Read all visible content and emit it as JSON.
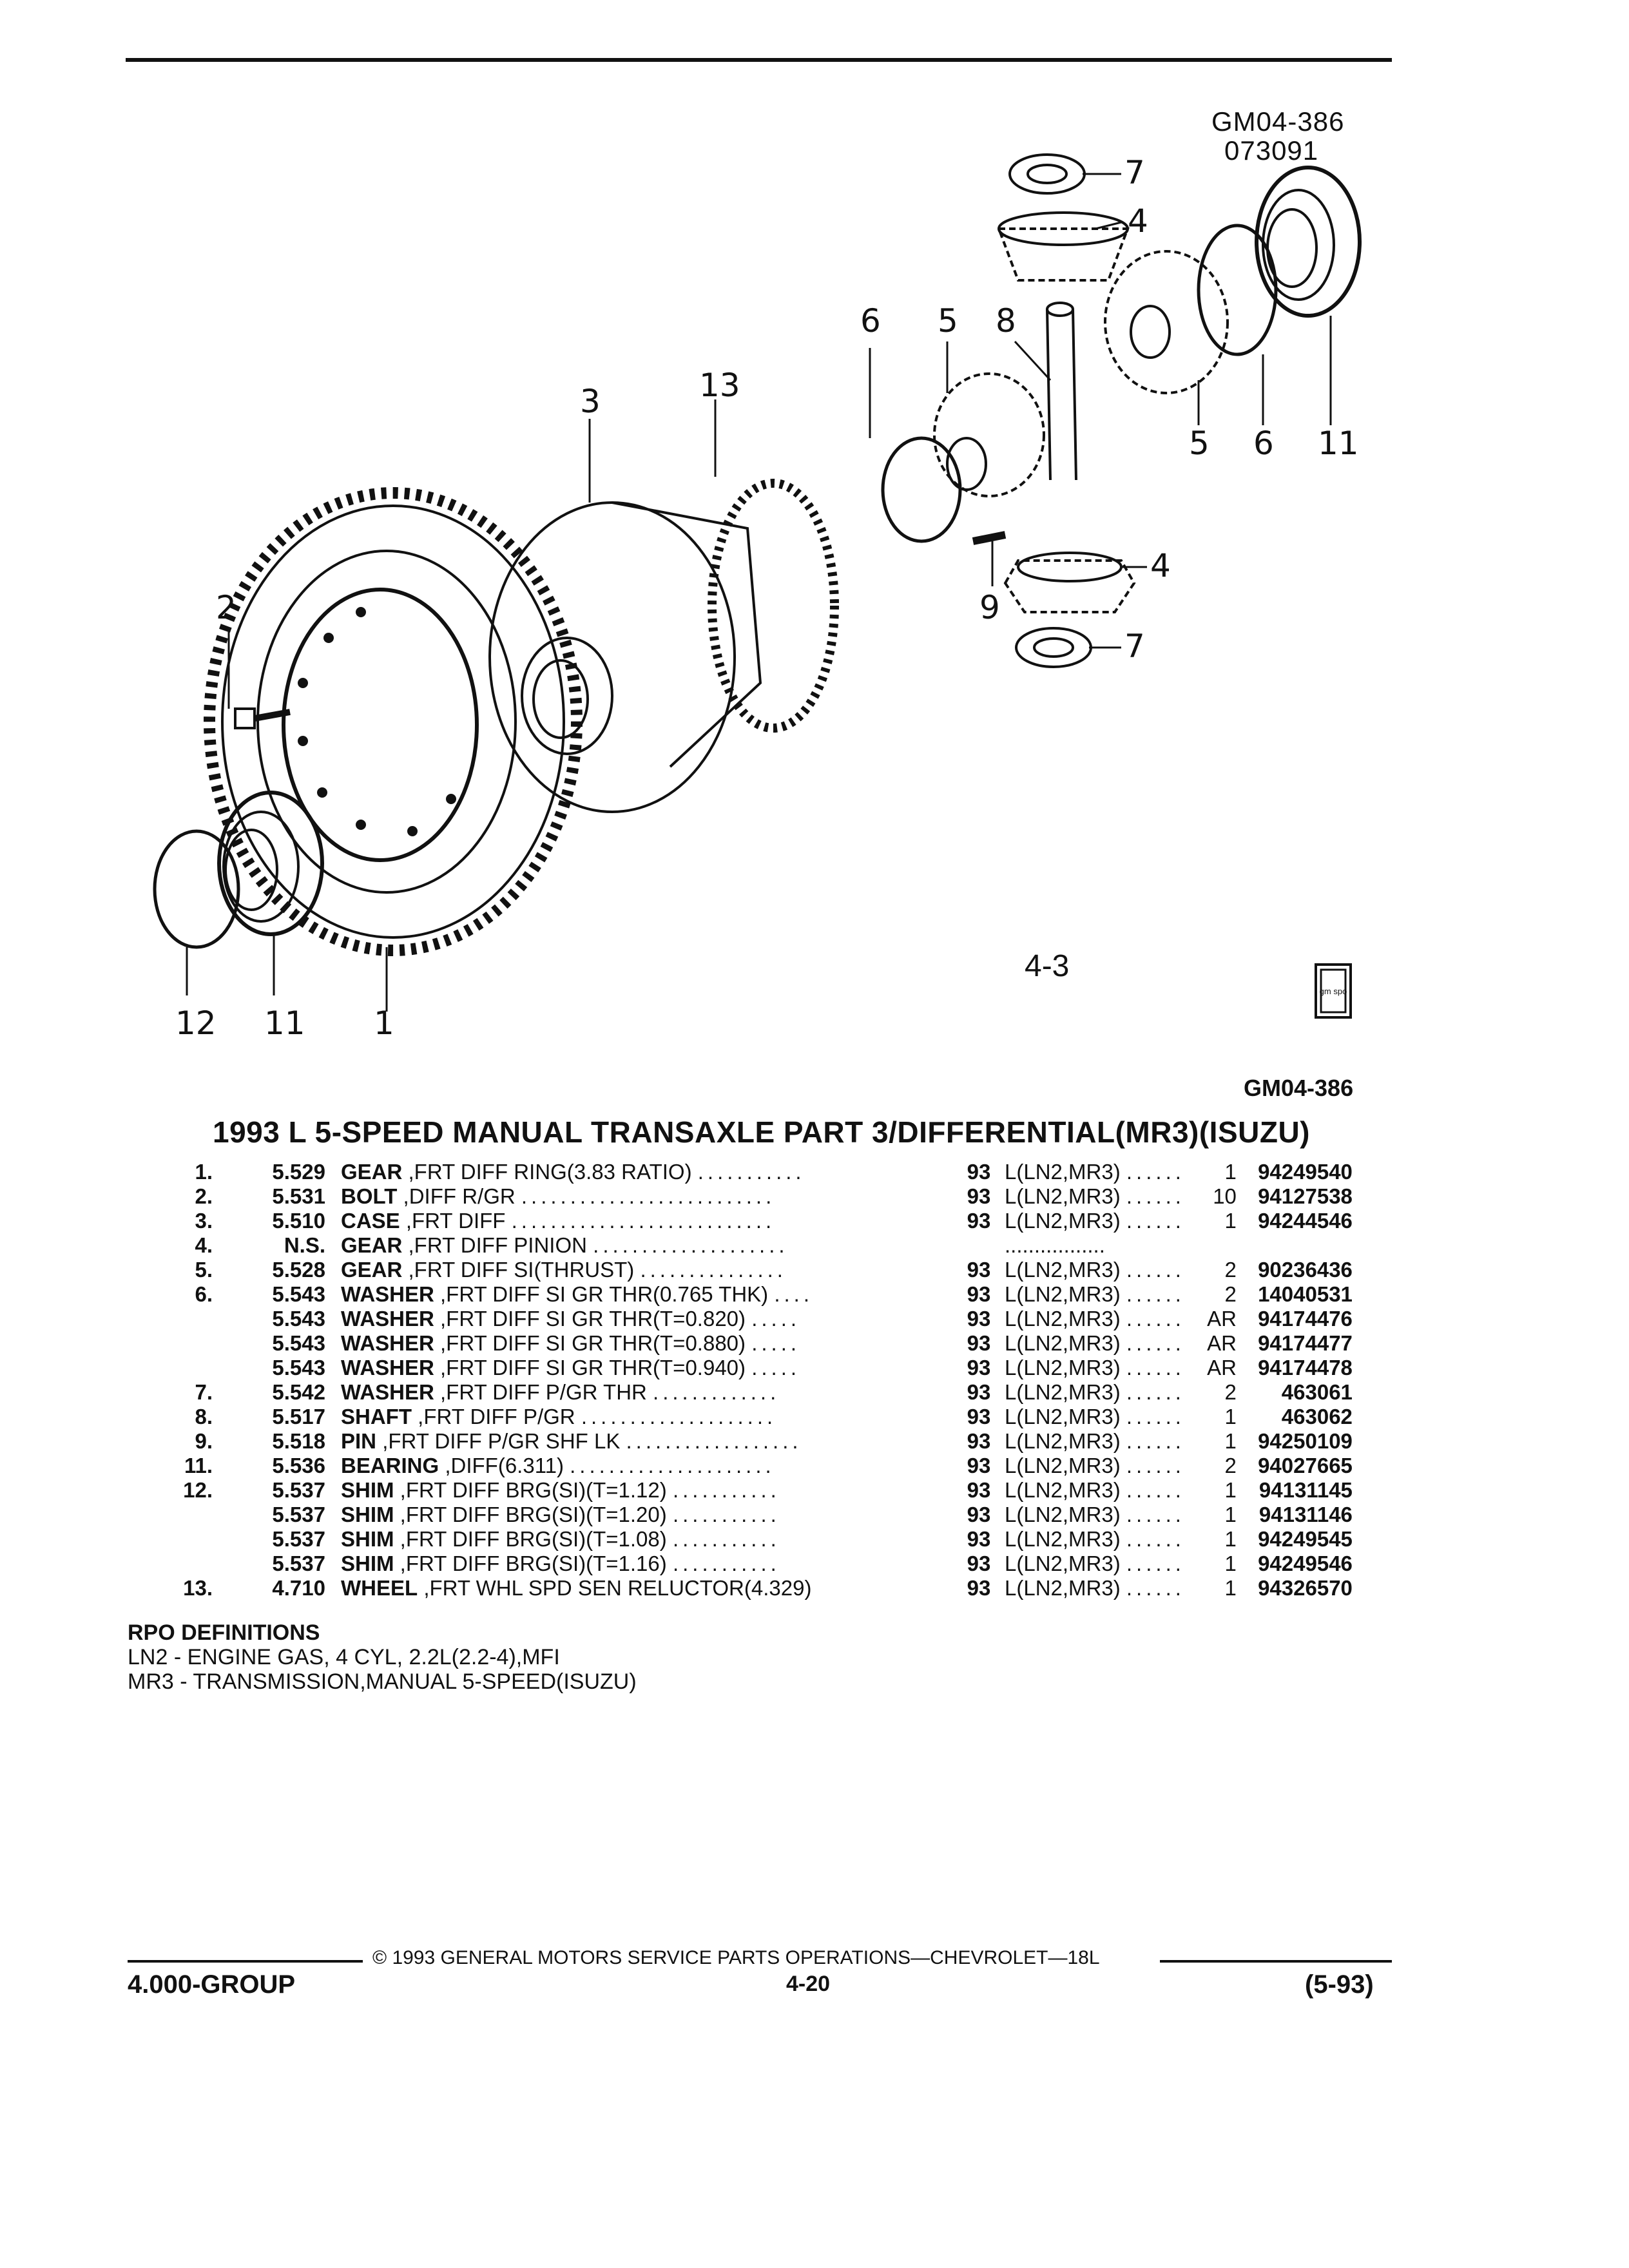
{
  "header": {
    "code": "GM04-386",
    "date_code": "073091"
  },
  "diagram": {
    "view_label": "4-3",
    "callouts": {
      "c1": "1",
      "c2": "2",
      "c3": "3",
      "c4a": "4",
      "c4b": "4",
      "c5a": "5",
      "c5b": "5",
      "c6a": "6",
      "c6b": "6",
      "c7a": "7",
      "c7b": "7",
      "c8": "8",
      "c9": "9",
      "c11a": "11",
      "c11b": "11",
      "c12": "12",
      "c13": "13"
    },
    "logo_text": "gm spo"
  },
  "page": {
    "ref_code": "GM04-386",
    "title": "1993 L 5-SPEED MANUAL TRANSAXLE PART 3/DIFFERENTIAL(MR3)(ISUZU)"
  },
  "parts": [
    {
      "no": "1.",
      "pn": "5.529",
      "name": "GEAR",
      "desc": ",FRT DIFF RING(3.83 RATIO)",
      "dots1": "...........",
      "yr": "93",
      "app": "L(LN2,MR3)",
      "dots2": "......",
      "qty": "1",
      "gm": "94249540"
    },
    {
      "no": "2.",
      "pn": "5.531",
      "name": "BOLT",
      "desc": ",DIFF R/GR",
      "dots1": "..........................",
      "yr": "93",
      "app": "L(LN2,MR3)",
      "dots2": "......",
      "qty": "10",
      "gm": "94127538"
    },
    {
      "no": "3.",
      "pn": "5.510",
      "name": "CASE",
      "desc": ",FRT DIFF",
      "dots1": "...........................",
      "yr": "93",
      "app": "L(LN2,MR3)",
      "dots2": "......",
      "qty": "1",
      "gm": "94244546"
    },
    {
      "no": "4.",
      "pn": "N.S.",
      "name": "GEAR",
      "desc": ",FRT DIFF PINION",
      "dots1": "....................",
      "yr": "",
      "app": ".................",
      "dots2": "",
      "qty": "",
      "gm": ""
    },
    {
      "no": "5.",
      "pn": "5.528",
      "name": "GEAR",
      "desc": ",FRT DIFF SI(THRUST)",
      "dots1": "...............",
      "yr": "93",
      "app": "L(LN2,MR3)",
      "dots2": "......",
      "qty": "2",
      "gm": "90236436"
    },
    {
      "no": "6.",
      "pn": "5.543",
      "name": "WASHER",
      "desc": ",FRT DIFF SI GR THR(0.765 THK)",
      "dots1": "....",
      "yr": "93",
      "app": "L(LN2,MR3)",
      "dots2": "......",
      "qty": "2",
      "gm": "14040531"
    },
    {
      "no": "",
      "pn": "5.543",
      "name": "WASHER",
      "desc": ",FRT DIFF SI GR THR(T=0.820)",
      "dots1": ".....",
      "yr": "93",
      "app": "L(LN2,MR3)",
      "dots2": "......",
      "qty": "AR",
      "gm": "94174476"
    },
    {
      "no": "",
      "pn": "5.543",
      "name": "WASHER",
      "desc": ",FRT DIFF SI GR THR(T=0.880)",
      "dots1": ".....",
      "yr": "93",
      "app": "L(LN2,MR3)",
      "dots2": "......",
      "qty": "AR",
      "gm": "94174477"
    },
    {
      "no": "",
      "pn": "5.543",
      "name": "WASHER",
      "desc": ",FRT DIFF SI GR THR(T=0.940)",
      "dots1": ".....",
      "yr": "93",
      "app": "L(LN2,MR3)",
      "dots2": "......",
      "qty": "AR",
      "gm": "94174478"
    },
    {
      "no": "7.",
      "pn": "5.542",
      "name": "WASHER",
      "desc": ",FRT DIFF P/GR THR",
      "dots1": ".............",
      "yr": "93",
      "app": "L(LN2,MR3)",
      "dots2": "......",
      "qty": "2",
      "gm": "463061"
    },
    {
      "no": "8.",
      "pn": "5.517",
      "name": "SHAFT",
      "desc": ",FRT DIFF P/GR",
      "dots1": "....................",
      "yr": "93",
      "app": "L(LN2,MR3)",
      "dots2": "......",
      "qty": "1",
      "gm": "463062"
    },
    {
      "no": "9.",
      "pn": "5.518",
      "name": "PIN",
      "desc": ",FRT DIFF P/GR SHF LK",
      "dots1": "..................",
      "yr": "93",
      "app": "L(LN2,MR3)",
      "dots2": "......",
      "qty": "1",
      "gm": "94250109"
    },
    {
      "no": "11.",
      "pn": "5.536",
      "name": "BEARING",
      "desc": ",DIFF(6.311)",
      "dots1": ".....................",
      "yr": "93",
      "app": "L(LN2,MR3)",
      "dots2": "......",
      "qty": "2",
      "gm": "94027665"
    },
    {
      "no": "12.",
      "pn": "5.537",
      "name": "SHIM",
      "desc": ",FRT DIFF BRG(SI)(T=1.12)",
      "dots1": "...........",
      "yr": "93",
      "app": "L(LN2,MR3)",
      "dots2": "......",
      "qty": "1",
      "gm": "94131145"
    },
    {
      "no": "",
      "pn": "5.537",
      "name": "SHIM",
      "desc": ",FRT DIFF BRG(SI)(T=1.20)",
      "dots1": "...........",
      "yr": "93",
      "app": "L(LN2,MR3)",
      "dots2": "......",
      "qty": "1",
      "gm": "94131146"
    },
    {
      "no": "",
      "pn": "5.537",
      "name": "SHIM",
      "desc": ",FRT DIFF BRG(SI)(T=1.08)",
      "dots1": "...........",
      "yr": "93",
      "app": "L(LN2,MR3)",
      "dots2": "......",
      "qty": "1",
      "gm": "94249545"
    },
    {
      "no": "",
      "pn": "5.537",
      "name": "SHIM",
      "desc": ",FRT DIFF BRG(SI)(T=1.16)",
      "dots1": "...........",
      "yr": "93",
      "app": "L(LN2,MR3)",
      "dots2": "......",
      "qty": "1",
      "gm": "94249546"
    },
    {
      "no": "13.",
      "pn": "4.710",
      "name": "WHEEL",
      "desc": ",FRT WHL SPD SEN RELUCTOR(4.329)",
      "dots1": "",
      "yr": "93",
      "app": "L(LN2,MR3)",
      "dots2": "......",
      "qty": "1",
      "gm": "94326570"
    }
  ],
  "rpo": {
    "heading": "RPO DEFINITIONS",
    "lines": [
      "LN2 - ENGINE GAS, 4 CYL, 2.2L(2.2-4),MFI",
      "MR3 - TRANSMISSION,MANUAL 5-SPEED(ISUZU)"
    ]
  },
  "footer": {
    "copyright": "© 1993 GENERAL MOTORS SERVICE PARTS OPERATIONS—CHEVROLET—18L",
    "group": "4.000-GROUP",
    "page": "4-20",
    "revision": "(5-93)"
  }
}
